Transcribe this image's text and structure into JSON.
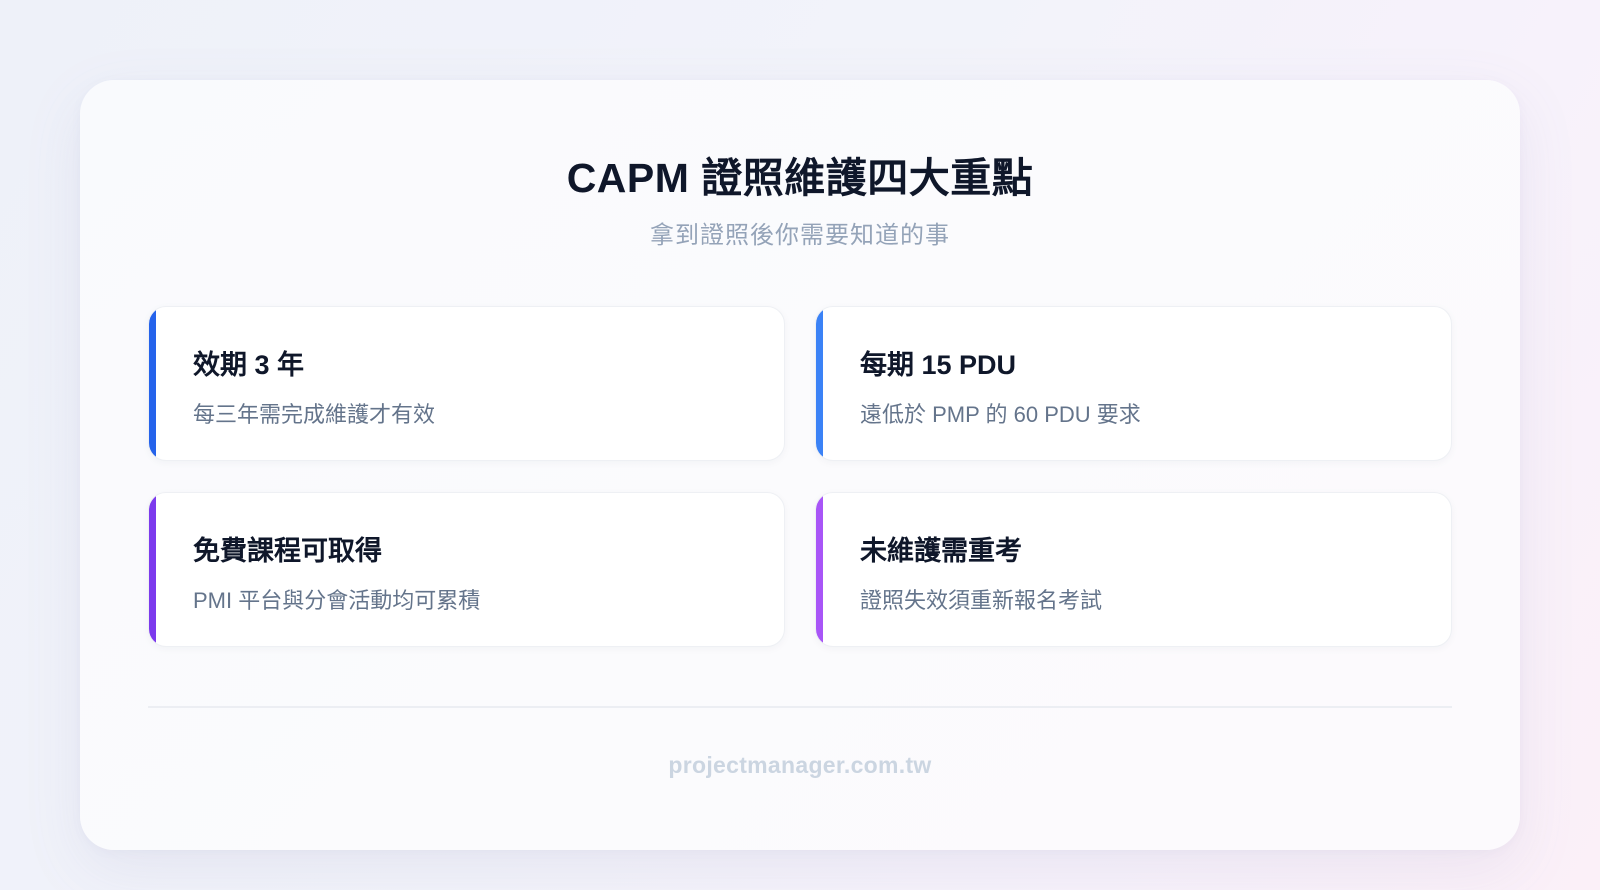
{
  "header": {
    "title": "CAPM 證照維護四大重點",
    "subtitle": "拿到證照後你需要知道的事"
  },
  "cards": [
    {
      "title": "效期 3 年",
      "description": "每三年需完成維護才有效",
      "accent_color": "#2563eb"
    },
    {
      "title": "每期 15 PDU",
      "description": "遠低於 PMP 的 60 PDU 要求",
      "accent_color": "#3b82f6"
    },
    {
      "title": "免費課程可取得",
      "description": "PMI 平台與分會活動均可累積",
      "accent_color": "#7c3aed"
    },
    {
      "title": "未維護需重考",
      "description": "證照失效須重新報名考試",
      "accent_color": "#a855f7"
    }
  ],
  "footer": {
    "website": "projectmanager.com.tw"
  }
}
